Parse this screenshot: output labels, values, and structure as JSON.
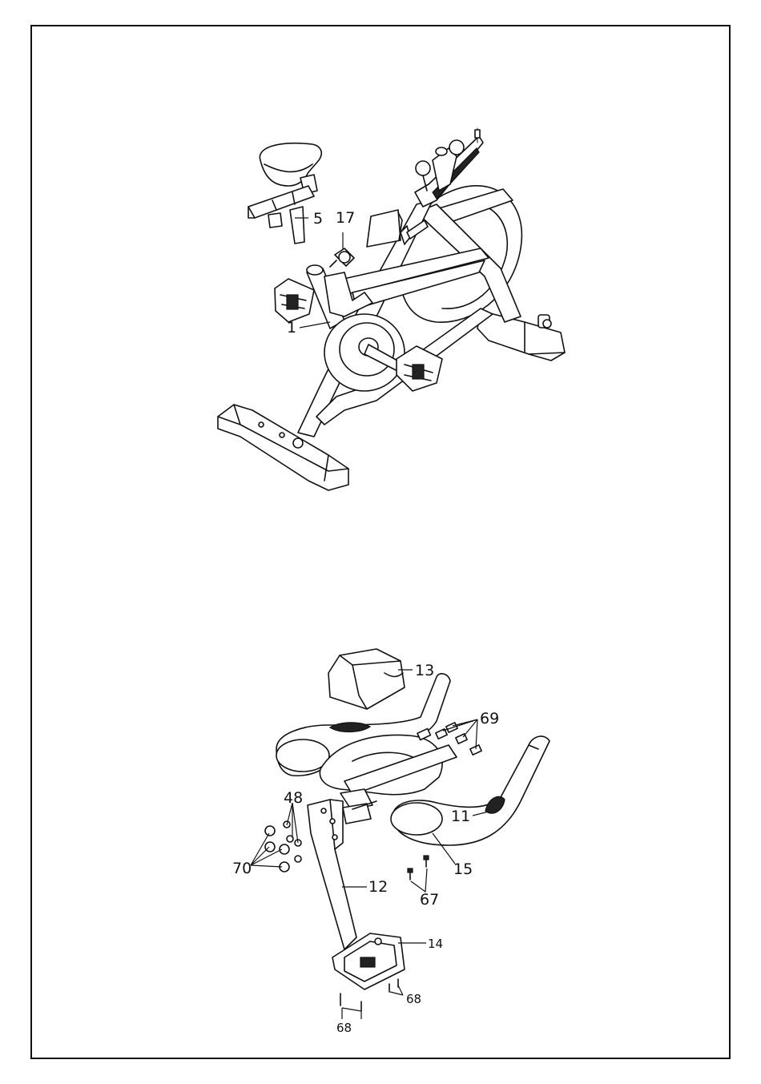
{
  "figure_top": {
    "labels": {
      "p1": "1",
      "p5": "5",
      "p17": "17"
    }
  },
  "figure_bottom": {
    "labels": {
      "p11": "11",
      "p12": "12",
      "p13": "13",
      "p14": "14",
      "p15": "15",
      "p48": "48",
      "p67": "67",
      "p68a": "68",
      "p68b": "68",
      "p69": "69",
      "p70": "70"
    }
  }
}
